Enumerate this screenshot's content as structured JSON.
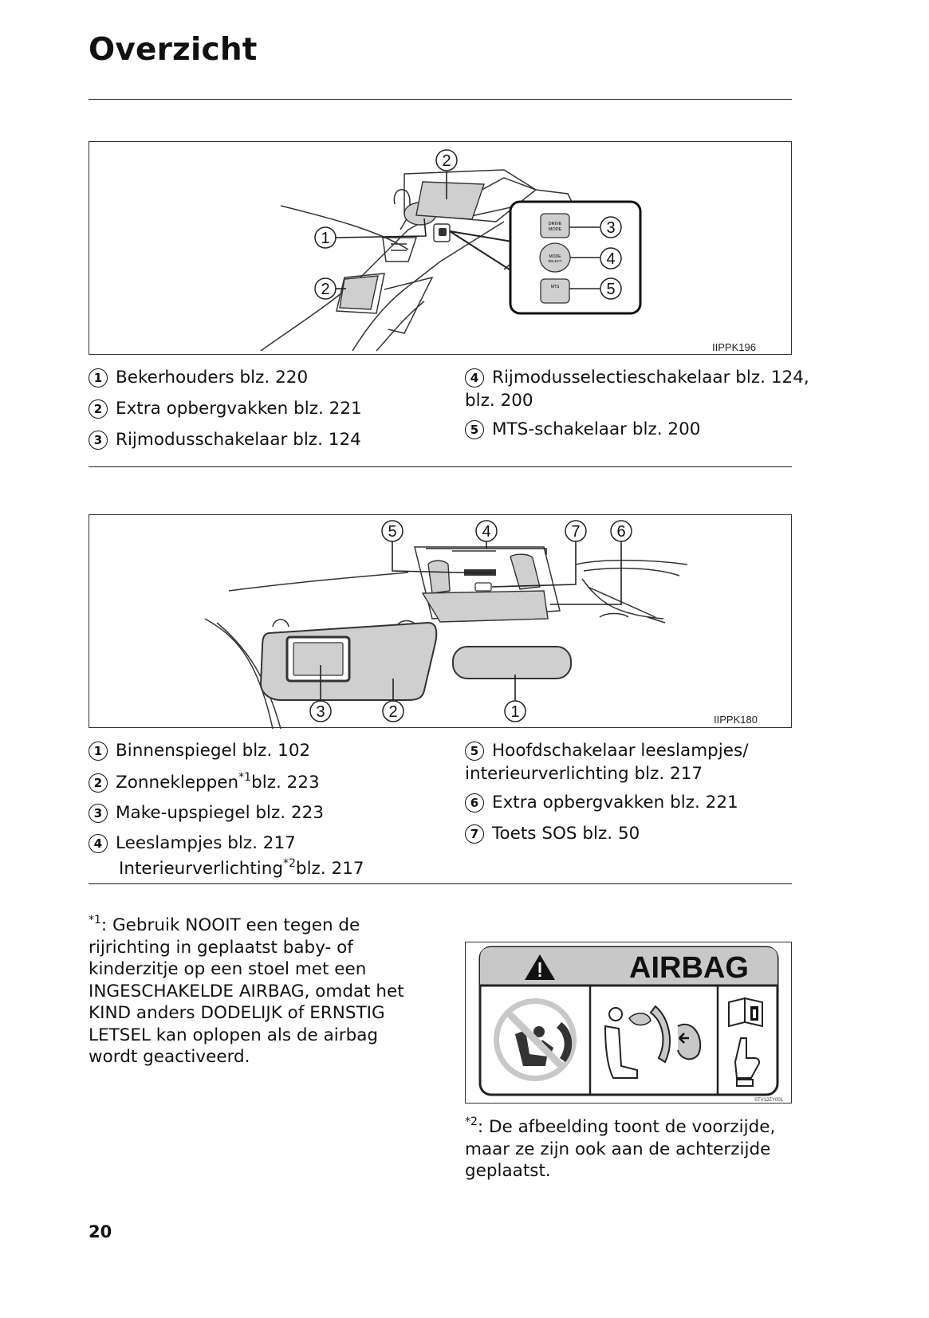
{
  "page": {
    "title": "Overzicht",
    "number": "20"
  },
  "figure1": {
    "code": "IIPPK196",
    "callouts": [
      "1",
      "2",
      "2",
      "3",
      "4",
      "5"
    ],
    "button_labels": [
      "DRIVE MODE",
      "MODE SELECT",
      "MTS"
    ],
    "items_left": [
      {
        "num": "1",
        "text": "Bekerhouders blz. 220"
      },
      {
        "num": "2",
        "text": "Extra opbergvakken blz. 221"
      },
      {
        "num": "3",
        "text": "Rijmodusschakelaar blz. 124"
      }
    ],
    "items_right": [
      {
        "num": "4",
        "text": "Rijmodusselectieschakelaar blz. 124,",
        "cont": "blz. 200"
      },
      {
        "num": "5",
        "text": "MTS-schakelaar blz. 200"
      }
    ]
  },
  "figure2": {
    "code": "IIPPK180",
    "callouts": [
      "5",
      "4",
      "7",
      "6",
      "3",
      "2",
      "1"
    ],
    "items_left": [
      {
        "num": "1",
        "text": "Binnenspiegel blz. 102"
      },
      {
        "num": "2",
        "pre": "Zonnekleppen",
        "sup": "*1",
        "post": "blz. 223"
      },
      {
        "num": "3",
        "text": "Make-upspiegel blz. 223"
      },
      {
        "num": "4",
        "text": "Leeslampjes blz. 217",
        "cont_pre": "Interieurverlichting",
        "cont_sup": "*2",
        "cont_post": "blz. 217"
      }
    ],
    "items_right": [
      {
        "num": "5",
        "text": "Hoofdschakelaar leeslampjes/",
        "cont": "interieurverlichting blz. 217"
      },
      {
        "num": "6",
        "text": "Extra opbergvakken blz. 221"
      },
      {
        "num": "7",
        "text": "Toets SOS blz. 50"
      }
    ]
  },
  "notes": {
    "note1_mark": "*1",
    "note1_text": ": Gebruik NOOIT een tegen de rijrichting in geplaatst baby- of kinderzitje op een stoel met een INGESCHAKELDE AIRBAG, omdat het KIND anders DODELIJK of ERNSTIG LETSEL kan oplopen als de airbag wordt geactiveerd.",
    "note2_mark": "*2",
    "note2_text": ": De afbeelding toont de voorzijde, maar ze zijn ook aan de achterzijde geplaatst."
  },
  "airbag_label": {
    "title": "AIRBAG",
    "code": "STV12ZY001"
  },
  "colors": {
    "label_gray": "#c8c8c8",
    "part_gray": "#cfcfcf",
    "text": "#111111"
  }
}
